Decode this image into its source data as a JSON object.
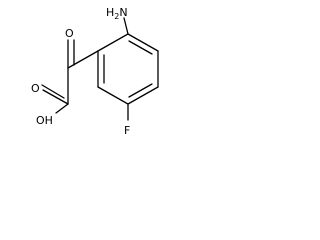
{
  "molecule": {
    "atoms": {
      "amino_label": "H",
      "amino_subscript": "2",
      "amino_n": "N",
      "ketone_oxygen": "O",
      "acid_carbonyl_oxygen": "O",
      "acid_hydroxyl": "OH",
      "fluorine": "F"
    },
    "colors": {
      "ink": "#000000",
      "background": "#ffffff"
    }
  }
}
